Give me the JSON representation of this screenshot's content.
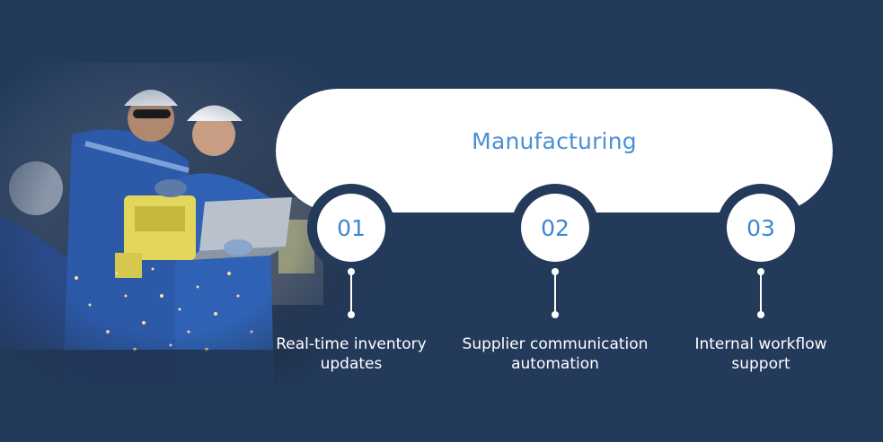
{
  "header": {
    "title": "Manufacturing"
  },
  "steps": [
    {
      "number": "01",
      "line1": "Real-time inventory",
      "line2": "updates"
    },
    {
      "number": "02",
      "line1": "Supplier communication",
      "line2": "automation"
    },
    {
      "number": "03",
      "line1": "Internal workflow",
      "line2": "support"
    }
  ],
  "colors": {
    "background": "#233a5b",
    "accent": "#4a8fd6",
    "white": "#ffffff"
  }
}
